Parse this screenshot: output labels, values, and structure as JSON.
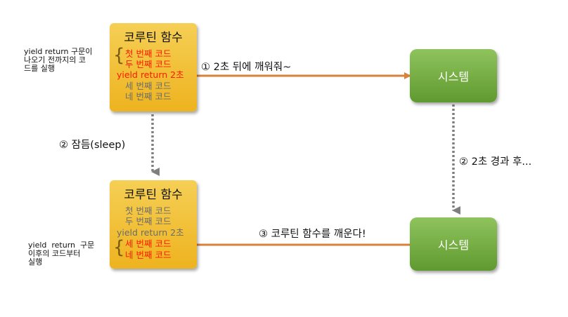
{
  "top_box": {
    "title": "코루틴 함수",
    "lines": [
      "첫 번째 코드",
      "두 번째 코드",
      "yield return 2초",
      "세 번째 코드",
      "네 번째 코드"
    ]
  },
  "bottom_box": {
    "title": "코루틴 함수",
    "lines": [
      "첫 번째 코드",
      "두 번째 코드",
      "yield return 2초",
      "세 번째 코드",
      "네 번째 코드"
    ]
  },
  "system_top": {
    "label": "시스템"
  },
  "system_bottom": {
    "label": "시스템"
  },
  "notes": {
    "top": "yield return 구문이\n나오기 전까지의 코\n드를 실행",
    "bottom": "yield  return  구문\n이후의 코드부터\n실행"
  },
  "labels": {
    "wake_request": "① 2초 뒤에 깨워줘~",
    "sleep": "② 잠듬(sleep)",
    "after_2s": "② 2초 경과 후...",
    "wake": "③ 코루틴 함수를 깨운다!"
  },
  "colors": {
    "yellow_box": "#eeb31f",
    "green_box": "#6ca63a",
    "arrow_orange": "#d9823b",
    "arrow_gray": "#7f7f7f",
    "executed_text": "#ff1a00",
    "pending_text": "#6b6b6b"
  }
}
